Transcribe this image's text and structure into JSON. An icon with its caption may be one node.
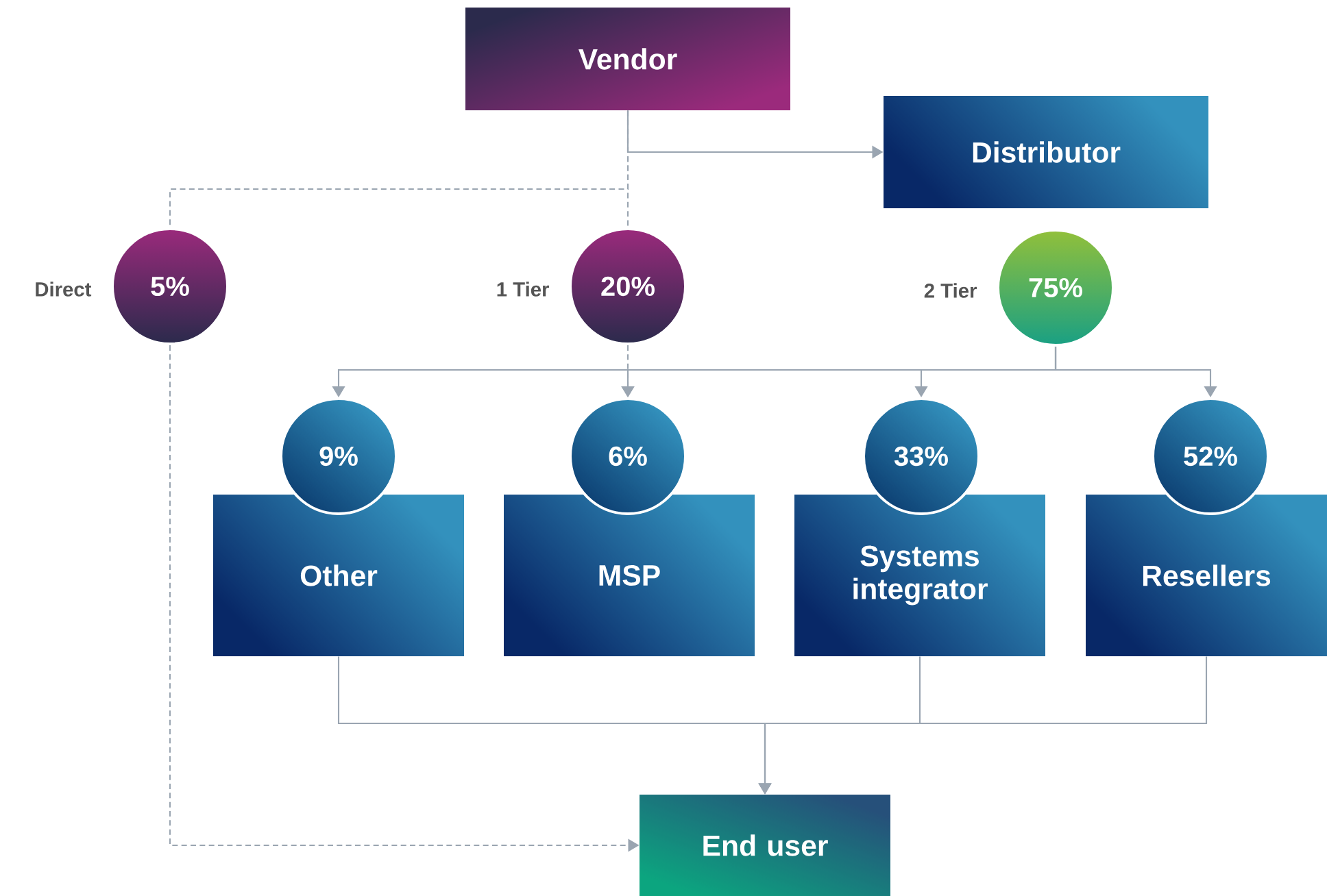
{
  "diagram": {
    "nodes": [
      {
        "text": [
          "Vendor"
        ]
      },
      {
        "text": [
          "Distributor"
        ]
      },
      {
        "text": [
          "5%"
        ],
        "beside": [
          "Direct"
        ]
      },
      {
        "text": [
          "20%"
        ],
        "beside": [
          "1 Tier"
        ]
      },
      {
        "text": [
          "75%"
        ],
        "beside": [
          "2 Tier"
        ]
      },
      {
        "text": [
          "9%"
        ]
      },
      {
        "text": [
          "Other"
        ]
      },
      {
        "text": [
          "6%"
        ]
      },
      {
        "text": [
          "MSP"
        ]
      },
      {
        "text": [
          "33%"
        ]
      },
      {
        "text": [
          "Systems integrator"
        ]
      },
      {
        "text": [
          "52%"
        ]
      },
      {
        "text": [
          "Resellers"
        ]
      },
      {
        "text": [
          "End user"
        ]
      }
    ],
    "edges": [
      {
        "from": 0,
        "to": 1,
        "arrow": "to"
      },
      {
        "from": 0,
        "to": 3,
        "arrow": "none",
        "style": "dashed"
      },
      {
        "from": 0,
        "to": 2,
        "arrow": "none",
        "style": "dashed"
      },
      {
        "from": 3,
        "to": 7,
        "arrow": "to",
        "style": "dashed"
      },
      {
        "from": 2,
        "to": 13,
        "arrow": "to",
        "style": "dashed"
      },
      {
        "from": 4,
        "to": 5,
        "arrow": "to"
      },
      {
        "from": 4,
        "to": 7,
        "arrow": "to"
      },
      {
        "from": 4,
        "to": 9,
        "arrow": "to"
      },
      {
        "from": 4,
        "to": 11,
        "arrow": "to"
      },
      {
        "from": 6,
        "to": 13,
        "arrow": "to"
      },
      {
        "from": 10,
        "to": 13,
        "arrow": "to"
      },
      {
        "from": 12,
        "to": 13,
        "arrow": "to"
      }
    ]
  }
}
